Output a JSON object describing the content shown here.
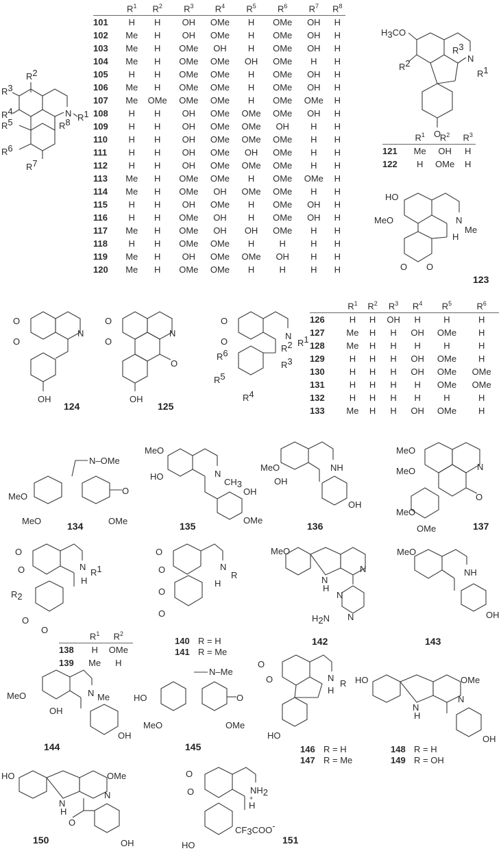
{
  "figure": {
    "description": "Structures of aporphine and related alkaloids 101-151",
    "table_101_120": {
      "headers": [
        "",
        "R1",
        "R2",
        "R3",
        "R4",
        "R5",
        "R6",
        "R7",
        "R8"
      ],
      "rows": [
        {
          "id": "101",
          "r": [
            "H",
            "H",
            "OH",
            "OMe",
            "H",
            "OMe",
            "OH",
            "H"
          ]
        },
        {
          "id": "102",
          "r": [
            "Me",
            "H",
            "OH",
            "OMe",
            "H",
            "OMe",
            "OH",
            "H"
          ]
        },
        {
          "id": "103",
          "r": [
            "Me",
            "H",
            "OMe",
            "OH",
            "H",
            "OMe",
            "OH",
            "H"
          ]
        },
        {
          "id": "104",
          "r": [
            "Me",
            "H",
            "OMe",
            "OMe",
            "OH",
            "OMe",
            "H",
            "H"
          ]
        },
        {
          "id": "105",
          "r": [
            "H",
            "H",
            "OMe",
            "OMe",
            "H",
            "OMe",
            "OH",
            "H"
          ]
        },
        {
          "id": "106",
          "r": [
            "Me",
            "H",
            "OMe",
            "OMe",
            "H",
            "OMe",
            "OH",
            "H"
          ]
        },
        {
          "id": "107",
          "r": [
            "Me",
            "OMe",
            "OMe",
            "OMe",
            "H",
            "OMe",
            "OMe",
            "H"
          ]
        },
        {
          "id": "108",
          "r": [
            "H",
            "H",
            "OH",
            "OMe",
            "OMe",
            "OMe",
            "OH",
            "H"
          ]
        },
        {
          "id": "109",
          "r": [
            "H",
            "H",
            "OH",
            "OMe",
            "OMe",
            "OH",
            "H",
            "H"
          ]
        },
        {
          "id": "110",
          "r": [
            "H",
            "H",
            "OH",
            "OMe",
            "OMe",
            "OMe",
            "H",
            "H"
          ]
        },
        {
          "id": "111",
          "r": [
            "H",
            "H",
            "OH",
            "OMe",
            "OH",
            "OMe",
            "H",
            "H"
          ]
        },
        {
          "id": "112",
          "r": [
            "H",
            "H",
            "OH",
            "OMe",
            "OMe",
            "OMe",
            "H",
            "H"
          ]
        },
        {
          "id": "113",
          "r": [
            "Me",
            "H",
            "OMe",
            "OMe",
            "H",
            "OMe",
            "OMe",
            "H"
          ]
        },
        {
          "id": "114",
          "r": [
            "Me",
            "H",
            "OMe",
            "OH",
            "OMe",
            "OMe",
            "H",
            "H"
          ]
        },
        {
          "id": "115",
          "r": [
            "H",
            "H",
            "OH",
            "OMe",
            "H",
            "OMe",
            "OH",
            "H"
          ]
        },
        {
          "id": "116",
          "r": [
            "H",
            "H",
            "OMe",
            "OH",
            "H",
            "OMe",
            "OH",
            "H"
          ]
        },
        {
          "id": "117",
          "r": [
            "Me",
            "H",
            "OMe",
            "OH",
            "OH",
            "OMe",
            "H",
            "H"
          ]
        },
        {
          "id": "118",
          "r": [
            "H",
            "H",
            "OMe",
            "OMe",
            "H",
            "H",
            "H",
            "H"
          ]
        },
        {
          "id": "119",
          "r": [
            "Me",
            "H",
            "OH",
            "OMe",
            "OMe",
            "OH",
            "H",
            "H"
          ]
        },
        {
          "id": "120",
          "r": [
            "Me",
            "H",
            "OMe",
            "OMe",
            "H",
            "H",
            "H",
            "H"
          ]
        }
      ]
    },
    "table_121_122": {
      "headers": [
        "",
        "R1",
        "R2",
        "R3"
      ],
      "rows": [
        {
          "id": "121",
          "r": [
            "Me",
            "OH",
            "H"
          ]
        },
        {
          "id": "122",
          "r": [
            "H",
            "OMe",
            "H"
          ]
        }
      ]
    },
    "table_126_133": {
      "headers": [
        "",
        "R1",
        "R2",
        "R3",
        "R4",
        "R5",
        "R6"
      ],
      "rows": [
        {
          "id": "126",
          "r": [
            "H",
            "H",
            "OH",
            "H",
            "H",
            "H"
          ]
        },
        {
          "id": "127",
          "r": [
            "Me",
            "H",
            "H",
            "OH",
            "OMe",
            "H"
          ]
        },
        {
          "id": "128",
          "r": [
            "Me",
            "H",
            "H",
            "H",
            "H",
            "H"
          ]
        },
        {
          "id": "129",
          "r": [
            "H",
            "H",
            "H",
            "OH",
            "OMe",
            "H"
          ]
        },
        {
          "id": "130",
          "r": [
            "H",
            "H",
            "H",
            "OH",
            "OMe",
            "OMe"
          ]
        },
        {
          "id": "131",
          "r": [
            "H",
            "H",
            "H",
            "H",
            "OMe",
            "OMe"
          ]
        },
        {
          "id": "132",
          "r": [
            "H",
            "H",
            "H",
            "H",
            "H",
            "H"
          ]
        },
        {
          "id": "133",
          "r": [
            "Me",
            "H",
            "H",
            "OH",
            "OMe",
            "H"
          ]
        }
      ]
    },
    "table_138_139": {
      "headers": [
        "",
        "R1",
        "R2"
      ],
      "rows": [
        {
          "id": "138",
          "r": [
            "H",
            "OMe"
          ]
        },
        {
          "id": "139",
          "r": [
            "Me",
            "H"
          ]
        }
      ]
    },
    "compound_labels": {
      "c123": "123",
      "c124": "124",
      "c125": "125",
      "c134": "134",
      "c135": "135",
      "c136": "136",
      "c137": "137",
      "c142": "142",
      "c143": "143",
      "c144": "144",
      "c145": "145",
      "c150": "150",
      "c151": "151"
    },
    "r_lists": {
      "c140_141": [
        {
          "id": "140",
          "text": "R = H"
        },
        {
          "id": "141",
          "text": "R = Me"
        }
      ],
      "c146_147": [
        {
          "id": "146",
          "text": "R = H"
        },
        {
          "id": "147",
          "text": "R = Me"
        }
      ],
      "c148_149": [
        {
          "id": "148",
          "text": "R = H"
        },
        {
          "id": "149",
          "text": "R = OH"
        }
      ]
    },
    "atom_text": {
      "h3co": "H3CO",
      "meo": "MeO",
      "ome": "OMe",
      "oh": "OH",
      "ho": "HO",
      "n": "N",
      "nh": "NH",
      "o": "O",
      "h": "H",
      "me": "Me",
      "ch3": "CH3",
      "h2n": "H2N",
      "nh2": "NH2",
      "n_ome": "N-OMe",
      "n_me": "N-Me",
      "counterion": "CF3COO-"
    }
  }
}
